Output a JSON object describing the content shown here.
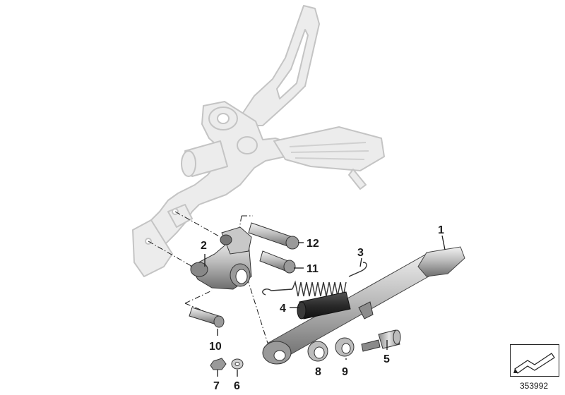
{
  "diagram": {
    "callouts": [
      {
        "id": "1",
        "label": "1"
      },
      {
        "id": "2",
        "label": "2"
      },
      {
        "id": "3",
        "label": "3"
      },
      {
        "id": "4",
        "label": "4"
      },
      {
        "id": "5",
        "label": "5"
      },
      {
        "id": "6",
        "label": "6"
      },
      {
        "id": "7",
        "label": "7"
      },
      {
        "id": "8",
        "label": "8"
      },
      {
        "id": "9",
        "label": "9"
      },
      {
        "id": "10",
        "label": "10"
      },
      {
        "id": "11",
        "label": "11"
      },
      {
        "id": "12",
        "label": "12"
      }
    ],
    "diagram_number": "353992"
  },
  "colors": {
    "ghost_fill": "#ececec",
    "ghost_stroke": "#c4c4c4",
    "part_light": "#d6d6d6",
    "part_dark": "#6b6b6b",
    "line": "#1a1a1a"
  }
}
